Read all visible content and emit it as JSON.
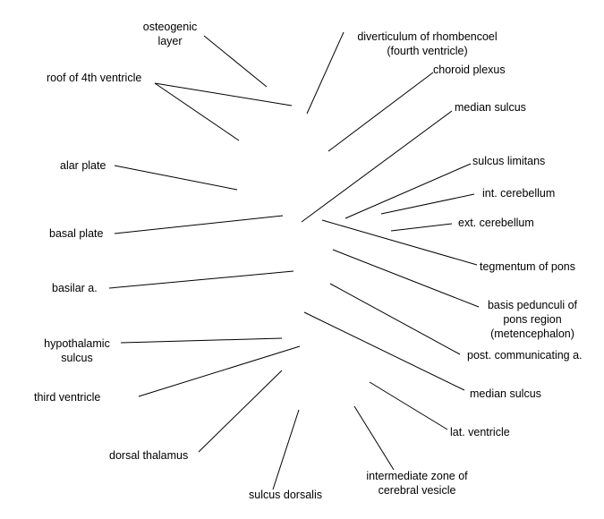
{
  "labels": {
    "osteogenic_layer": "osteogenic\nlayer",
    "roof_4th_ventricle": "roof of 4th ventricle",
    "alar_plate": "alar plate",
    "basal_plate": "basal plate",
    "basilar_a": "basilar a.",
    "hypothalamic_sulcus": "hypothalamic\nsulcus",
    "third_ventricle": "third ventricle",
    "dorsal_thalamus": "dorsal thalamus",
    "sulcus_dorsalis": "sulcus dorsalis",
    "intermediate_zone": "intermediate zone of\ncerebral vesicle",
    "lat_ventricle": "lat. ventricle",
    "median_sulcus_lower": "median sulcus",
    "post_communicating_a": "post. communicating a.",
    "basis_pedunculi": "basis pedunculi of\npons region\n(metencephalon)",
    "tegmentum_of_pons": "tegmentum of pons",
    "ext_cerebellum": "ext. cerebellum",
    "int_cerebellum": "int. cerebellum",
    "sulcus_limitans": "sulcus limitans",
    "median_sulcus_upper": "median sulcus",
    "choroid_plexus": "choroid plexus",
    "diverticulum": "diverticulum of rhombencoel\n(fourth ventricle)"
  }
}
